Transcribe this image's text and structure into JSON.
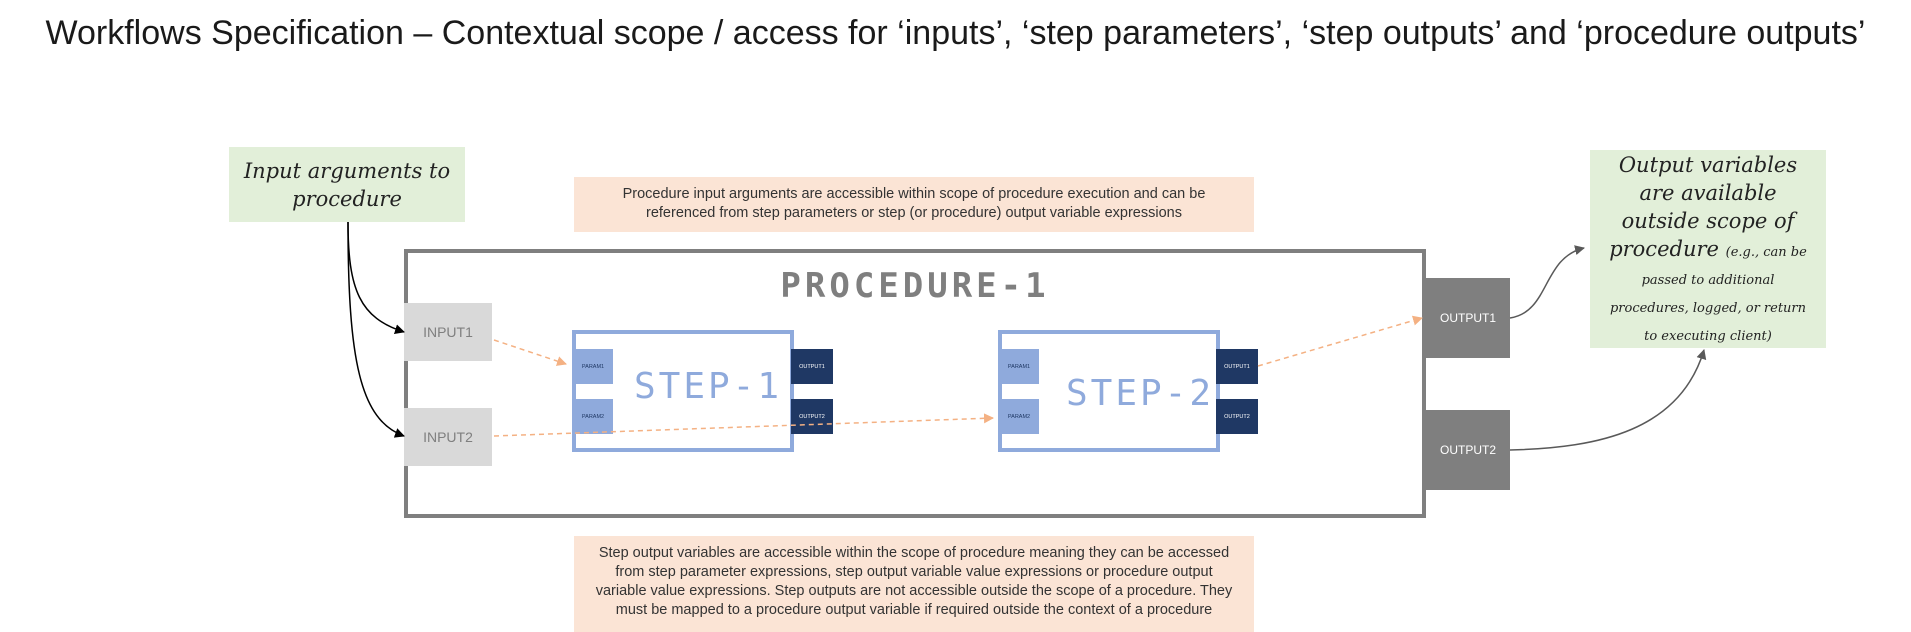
{
  "title": "Workflows Specification – Contextual scope / access for ‘inputs’, ‘step parameters’, ‘step outputs’ and ‘procedure outputs’",
  "notes": {
    "inputs_note": "Input arguments to procedure",
    "outputs_note_main": "Output variables are available outside scope of procedure",
    "outputs_note_small": "(e.g., can be passed to additional procedures, logged, or return to executing client)",
    "input_scope_note": "Procedure input arguments are accessible within scope of procedure execution and can be referenced from step parameters or step (or procedure) output variable expressions",
    "output_scope_note": "Step output variables are accessible within the scope of procedure meaning they can be accessed from step parameter expressions, step output variable value expressions or procedure output variable value expressions. Step outputs are not accessible outside the scope of a procedure. They must be mapped to a procedure output variable if required outside the context of a procedure"
  },
  "procedure": {
    "label": "PROCEDURE-1",
    "inputs": [
      "INPUT1",
      "INPUT2"
    ],
    "outputs": [
      "OUTPUT1",
      "OUTPUT2"
    ],
    "steps": [
      {
        "label": "STEP-1",
        "params": [
          "PARAM1",
          "PARAM2"
        ],
        "outputs": [
          "OUTPUT1",
          "OUTPUT2"
        ]
      },
      {
        "label": "STEP-2",
        "params": [
          "PARAM1",
          "PARAM2"
        ],
        "outputs": [
          "OUTPUT1",
          "OUTPUT2"
        ]
      }
    ]
  },
  "colors": {
    "procedure_border": "#7f7f7f",
    "step_border": "#8faadc",
    "param_fill": "#8faadc",
    "step_output_fill": "#1f3864",
    "procedure_output_fill": "#7f7f7f",
    "input_fill": "#d9d9d9",
    "green_note": "#e2efd9",
    "peach_note": "#fbe4d5",
    "dashed_arrow": "#f4b183"
  }
}
